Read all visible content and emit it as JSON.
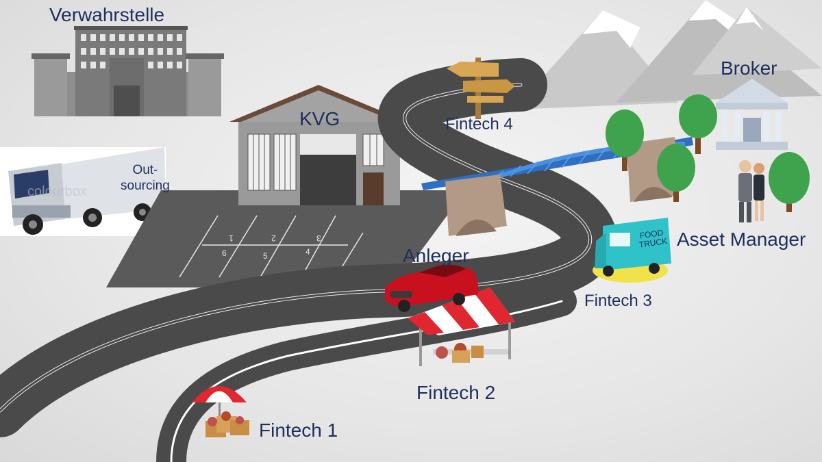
{
  "labels": {
    "custodian": "Verwahrstelle",
    "kvg": "KVG",
    "outsourcing": "Out-\nsourcing",
    "broker": "Broker",
    "asset_manager": "Asset Manager",
    "investor": "Anleger",
    "fintech1": "Fintech 1",
    "fintech2": "Fintech 2",
    "fintech3": "Fintech 3",
    "fintech4": "Fintech 4",
    "food_truck": "FOOD TRUCK",
    "parking_numbers": [
      "1",
      "2",
      "3",
      "6",
      "5",
      "4"
    ],
    "watermark": "colourbox"
  },
  "colors": {
    "label_text": "#1f2f5c",
    "road": "#4a4a4a",
    "road_stripe": "#ffffff",
    "bridge": "#3b7fd1",
    "tree": "#3fa34d",
    "car": "#c8101e",
    "truck_teal": "#2fc2c9",
    "awning_red": "#e0262e"
  }
}
